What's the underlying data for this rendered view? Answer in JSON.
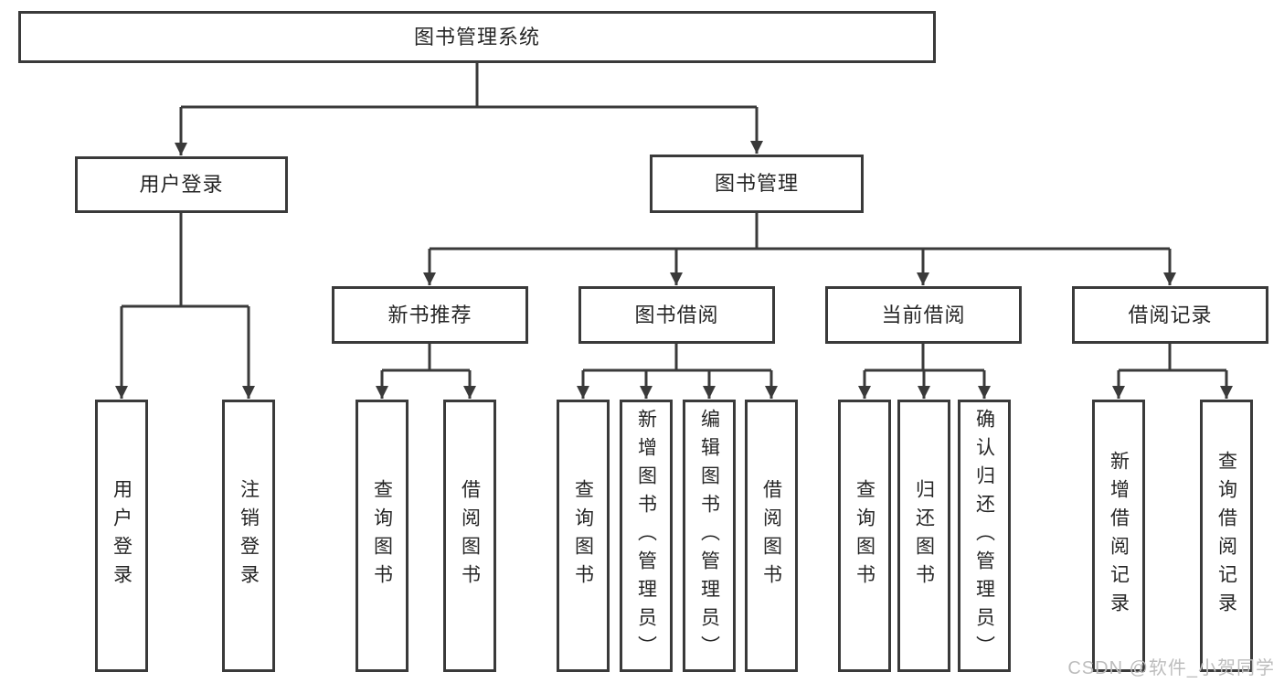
{
  "diagram": {
    "type": "hierarchy-flowchart",
    "colors": {
      "line": "#3a3a3a",
      "box_border": "#3a3a3a",
      "text": "#262626",
      "background": "#ffffff",
      "watermark": "#bdbdbd"
    },
    "tree": {
      "label": "图书管理系统",
      "children": [
        {
          "label": "用户登录",
          "children": [
            {
              "label": "用户登录"
            },
            {
              "label": "注销登录"
            }
          ]
        },
        {
          "label": "图书管理",
          "children": [
            {
              "label": "新书推荐",
              "children": [
                {
                  "label": "查询图书"
                },
                {
                  "label": "借阅图书"
                }
              ]
            },
            {
              "label": "图书借阅",
              "children": [
                {
                  "label": "查询图书"
                },
                {
                  "label": "新增图书（管理员）"
                },
                {
                  "label": "编辑图书（管理员）"
                },
                {
                  "label": "借阅图书"
                }
              ]
            },
            {
              "label": "当前借阅",
              "children": [
                {
                  "label": "查询图书"
                },
                {
                  "label": "归还图书"
                },
                {
                  "label": "确认归还（管理员）"
                }
              ]
            },
            {
              "label": "借阅记录",
              "children": [
                {
                  "label": "新增借阅记录"
                },
                {
                  "label": "查询借阅记录"
                }
              ]
            }
          ]
        }
      ]
    },
    "watermark": {
      "text": "CSDN @软件_小贺同学"
    }
  }
}
